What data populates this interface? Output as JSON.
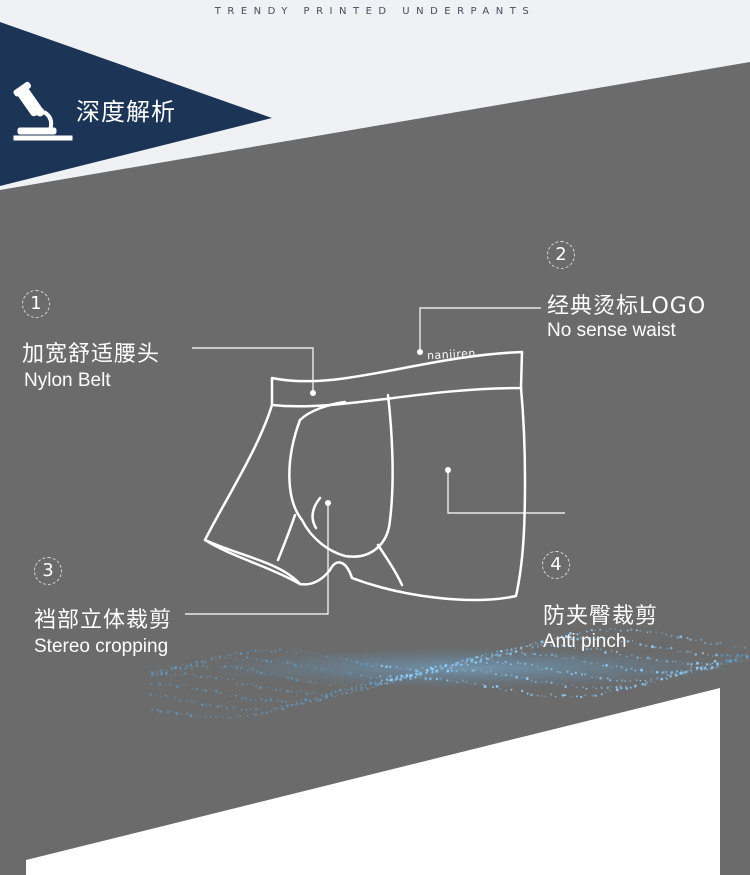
{
  "header": {
    "tagline": "TRENDY PRINTED UNDERPANTS",
    "section_title": "深度解析",
    "icon": "microscope-icon"
  },
  "callouts": [
    {
      "number": "1",
      "title_cn": "加宽舒适腰头",
      "title_en": "Nylon Belt"
    },
    {
      "number": "2",
      "title_cn": "经典烫标LOGO",
      "title_en": "No sense waist"
    },
    {
      "number": "3",
      "title_cn": "裆部立体裁剪",
      "title_en": "Stereo cropping"
    },
    {
      "number": "4",
      "title_cn": "防夹臀裁剪",
      "title_en": "Anti pinch"
    }
  ],
  "product": {
    "waistband_logo": "nanjiren"
  },
  "colors": {
    "background": "#6b6b6b",
    "header_top": "#f0f1f5",
    "banner_navy": "#1c3557",
    "lines": "#ffffff",
    "glow": "#4fa3e0"
  }
}
